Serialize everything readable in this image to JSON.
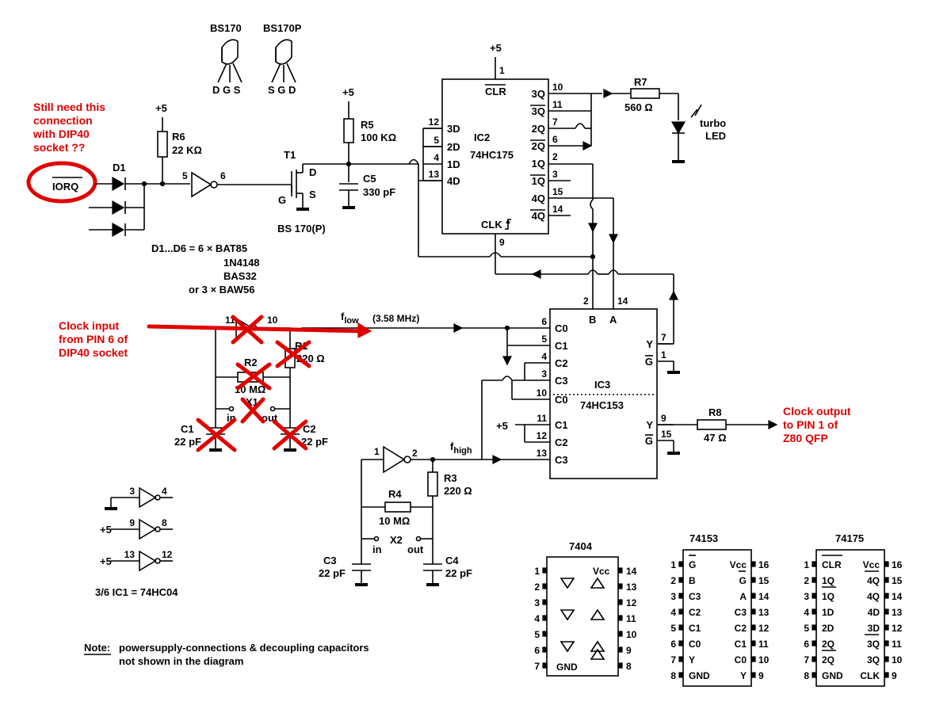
{
  "transistors": {
    "bs170_label": "BS170",
    "bs170_pins": "D G S",
    "bs170p_label": "BS170P",
    "bs170p_pins": "S G D"
  },
  "annotations": {
    "still_need_1": "Still need this",
    "still_need_2": "connection",
    "still_need_3": "with DIP40",
    "still_need_4": "socket ??",
    "clock_in_1": "Clock input",
    "clock_in_2": "from PIN 6 of",
    "clock_in_3": "DIP40 socket",
    "clock_out_1": "Clock output",
    "clock_out_2": "to PIN 1 of",
    "clock_out_3": "Z80 QFP"
  },
  "signals": {
    "iorq": "IORQ",
    "f_low": "f",
    "f_low_sub": "low",
    "f_low_freq": "(3.58 MHz)",
    "f_high": "f",
    "f_high_sub": "high",
    "plus5": "+5",
    "turbo_led_1": "turbo",
    "turbo_led_2": "LED"
  },
  "components": {
    "r6": "R6",
    "r6_val": "22 KΩ",
    "r5": "R5",
    "r5_val": "100 KΩ",
    "c5": "C5",
    "c5_val": "330 pF",
    "t1": "T1",
    "t1_model": "BS 170(P)",
    "d1": "D1",
    "diodes_1": "D1...D6 = 6 × BAT85",
    "diodes_2": "1N4148",
    "diodes_3": "BAS32",
    "diodes_4": "or 3 × BAW56",
    "r7": "R7",
    "r7_val": "560 Ω",
    "r8": "R8",
    "r8_val": "47 Ω",
    "r1": "R1",
    "r1_val": "220 Ω",
    "r2": "R2",
    "r2_val": "10 MΩ",
    "r3": "R3",
    "r3_val": "220 Ω",
    "r4": "R4",
    "r4_val": "10 MΩ",
    "c1": "C1",
    "c1_val": "22 pF",
    "c2": "C2",
    "c2_val": "22 pF",
    "c3": "C3",
    "c3_val": "22 pF",
    "c4": "C4",
    "c4_val": "22 pF",
    "x1": "X1",
    "x2": "X2",
    "in": "in",
    "out": "out"
  },
  "ic2": {
    "name": "IC2",
    "type": "74HC175",
    "clr": "CLR",
    "clk": "CLK",
    "left_pins": [
      [
        "12",
        "3D"
      ],
      [
        "5",
        "2D"
      ],
      [
        "4",
        "1D"
      ],
      [
        "13",
        "4D"
      ]
    ],
    "right_pins": [
      [
        "10",
        "3Q"
      ],
      [
        "11",
        "3Q"
      ],
      [
        "7",
        "2Q"
      ],
      [
        "6",
        "2Q"
      ],
      [
        "2",
        "1Q"
      ],
      [
        "3",
        "1Q"
      ],
      [
        "15",
        "4Q"
      ],
      [
        "14",
        "4Q"
      ]
    ],
    "pin1": "1",
    "pin9": "9"
  },
  "ic3": {
    "name": "IC3",
    "type": "74HC153",
    "b": "B",
    "a": "A",
    "pin_b": "2",
    "pin_a": "14",
    "left_pins": [
      [
        "6",
        "C0"
      ],
      [
        "5",
        "C1"
      ],
      [
        "4",
        "C2"
      ],
      [
        "3",
        "C3"
      ],
      [
        "10",
        "C0"
      ],
      [
        "11",
        "C1"
      ],
      [
        "12",
        "C2"
      ],
      [
        "13",
        "C3"
      ]
    ],
    "right_pins": [
      [
        "7",
        "Y"
      ],
      [
        "1",
        "G"
      ],
      [
        "9",
        "Y"
      ],
      [
        "15",
        "G"
      ]
    ]
  },
  "inverters": {
    "main_in": "5",
    "main_out": "6",
    "osc1_in": "11",
    "osc1_out": "10",
    "osc2_in": "1",
    "osc2_out": "2",
    "spare": [
      [
        "3",
        "4",
        ""
      ],
      [
        "9",
        "8",
        "+5"
      ],
      [
        "13",
        "12",
        "+5"
      ]
    ],
    "ic1_note": "3/6 IC1 = 74HC04"
  },
  "note": {
    "label": "Note:",
    "line1": "powersupply-connections & decoupling capacitors",
    "line2": "not shown in the diagram"
  },
  "pinouts": {
    "p7404": {
      "title": "7404",
      "left": [
        "1",
        "2",
        "3",
        "4",
        "5",
        "6",
        "7"
      ],
      "right": [
        "14",
        "13",
        "12",
        "11",
        "10",
        "9",
        "8"
      ],
      "vcc": "Vcc",
      "gnd": "GND"
    },
    "p74153": {
      "title": "74153",
      "left_nums": [
        "1",
        "2",
        "3",
        "4",
        "5",
        "6",
        "7",
        "8"
      ],
      "left_names": [
        "G",
        "B",
        "C3",
        "C2",
        "C1",
        "C0",
        "Y",
        "GND"
      ],
      "right_nums": [
        "16",
        "15",
        "14",
        "13",
        "12",
        "11",
        "10",
        "9"
      ],
      "right_names": [
        "Vcc",
        "G",
        "A",
        "C3",
        "C2",
        "C1",
        "C0",
        "Y"
      ]
    },
    "p74175": {
      "title": "74175",
      "left_nums": [
        "1",
        "2",
        "3",
        "4",
        "5",
        "6",
        "7",
        "8"
      ],
      "left_names": [
        "CLR",
        "1Q",
        "1Q",
        "1D",
        "2D",
        "2Q",
        "2Q",
        "GND"
      ],
      "right_nums": [
        "16",
        "15",
        "14",
        "13",
        "12",
        "11",
        "10",
        "9"
      ],
      "right_names": [
        "Vcc",
        "4Q",
        "4Q",
        "4D",
        "3D",
        "3Q",
        "3Q",
        "CLK"
      ]
    }
  }
}
